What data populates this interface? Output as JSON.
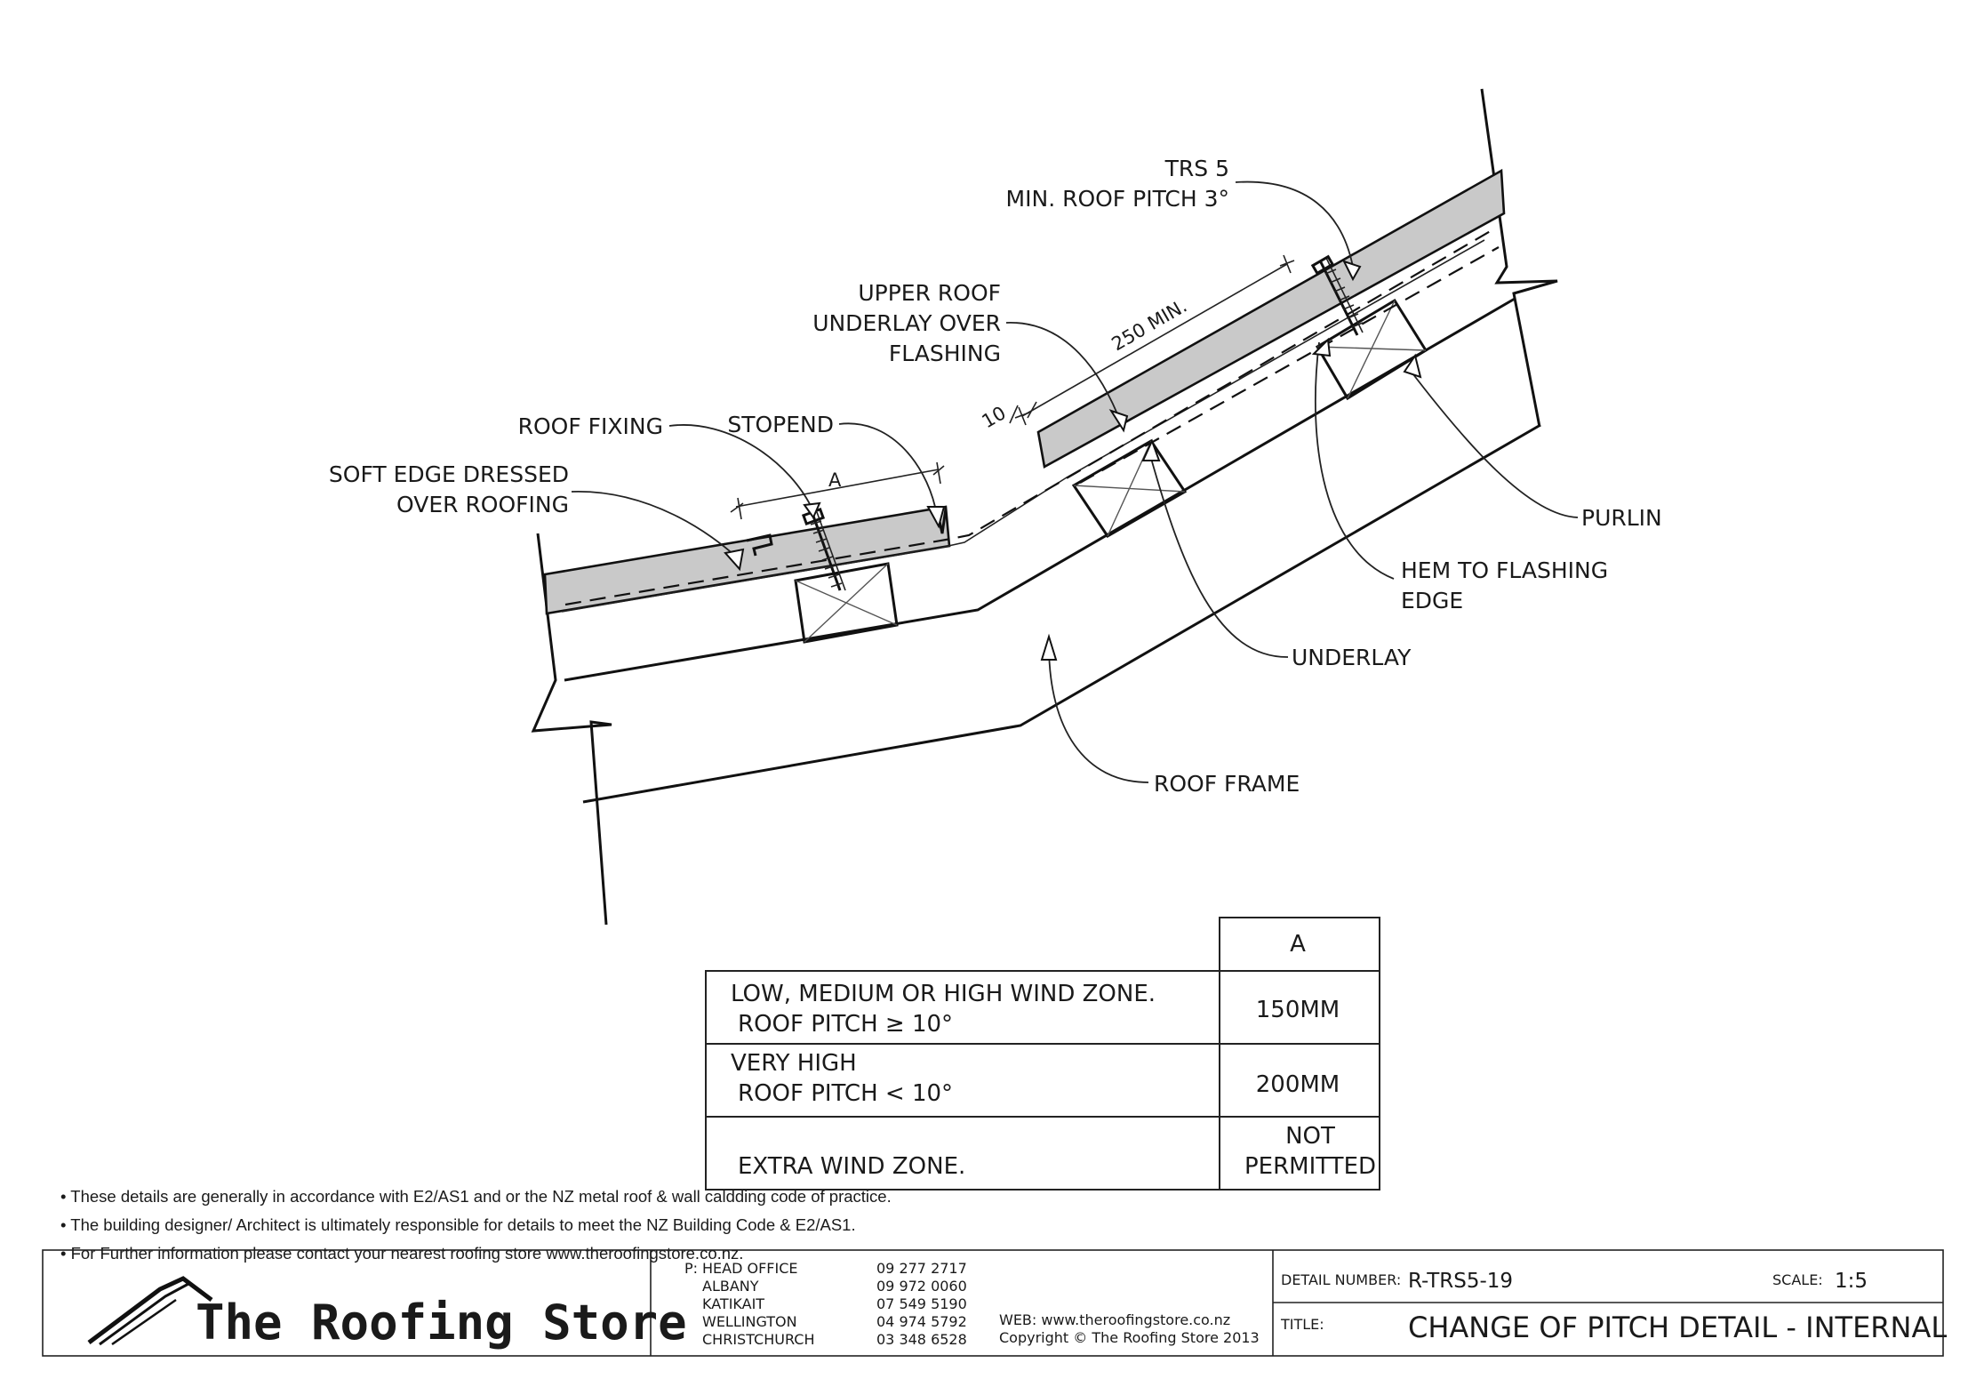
{
  "drawing": {
    "labels": {
      "trs5": "TRS 5",
      "min_pitch": "MIN. ROOF PITCH 3°",
      "upper_roof_1": "UPPER ROOF",
      "upper_roof_2": "UNDERLAY OVER",
      "upper_roof_3": "FLASHING",
      "roof_fixing": "ROOF FIXING",
      "stopend": "STOPEND",
      "soft_edge_1": "SOFT EDGE DRESSED",
      "soft_edge_2": "OVER ROOFING",
      "purlin": "PURLIN",
      "hem_1": "HEM TO FLASHING",
      "hem_2": "EDGE",
      "underlay": "UNDERLAY",
      "roof_frame": "ROOF FRAME"
    },
    "dimensions": {
      "overlap": "250 MIN.",
      "edge": "10",
      "a": "A"
    }
  },
  "table": {
    "header": "A",
    "rows": [
      {
        "line1": "LOW, MEDIUM OR HIGH WIND ZONE.",
        "line2": "ROOF PITCH ≥ 10°",
        "value1": "150MM",
        "value2": ""
      },
      {
        "line1": "VERY HIGH",
        "line2": "ROOF PITCH < 10°",
        "value1": "200MM",
        "value2": ""
      },
      {
        "line1": "",
        "line2": "EXTRA WIND ZONE.",
        "value1": "NOT",
        "value2": "PERMITTED"
      }
    ]
  },
  "notes": [
    "• These details are generally in accordance with E2/AS1 and or the NZ metal roof & wall caldding code of practice.",
    "• The building designer/ Architect is ultimately responsible for details to meet the NZ Building Code & E2/AS1.",
    "• For Further information please contact your nearest roofing store www.theroofingstore.co.nz."
  ],
  "title_block": {
    "logo_text": "The Roofing Store",
    "phone_prefix": "P:",
    "offices": [
      {
        "name": "HEAD OFFICE",
        "phone": "09 277 2717"
      },
      {
        "name": "ALBANY",
        "phone": "09 972 0060"
      },
      {
        "name": "KATIKAIT",
        "phone": "07 549 5190"
      },
      {
        "name": "WELLINGTON",
        "phone": "04 974 5792"
      },
      {
        "name": "CHRISTCHURCH",
        "phone": "03 348 6528"
      }
    ],
    "web": "WEB: www.theroofingstore.co.nz",
    "copyright": "Copyright © The Roofing Store 2013",
    "detail_number_label": "DETAIL NUMBER:",
    "detail_number": "R-TRS5-19",
    "scale_label": "SCALE:",
    "scale": "1:5",
    "title_label": "TITLE:",
    "title": "CHANGE OF PITCH DETAIL - INTERNAL"
  }
}
